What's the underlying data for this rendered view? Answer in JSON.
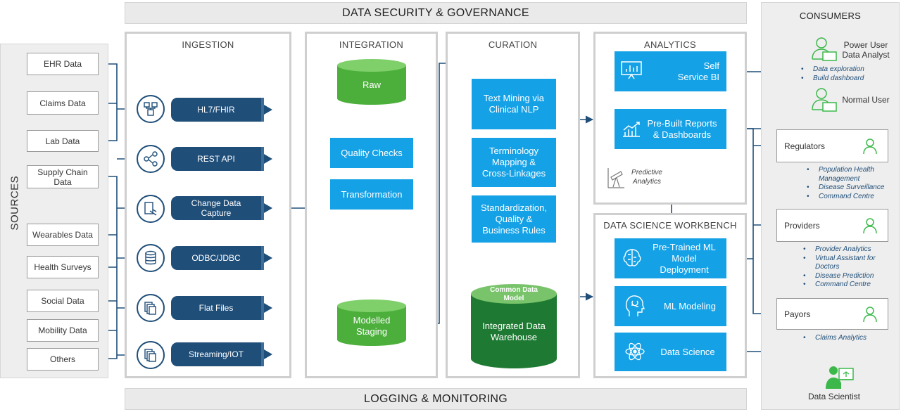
{
  "top_bar": "DATA SECURITY & GOVERNANCE",
  "bottom_bar": "LOGGING & MONITORING",
  "sources": {
    "title": "SOURCES",
    "items": [
      "EHR Data",
      "Claims Data",
      "Lab Data",
      "Supply Chain Data",
      "Wearables Data",
      "Health Surveys",
      "Social Data",
      "Mobility Data",
      "Others"
    ]
  },
  "ingestion": {
    "title": "INGESTION",
    "items": [
      "HL7/FHIR",
      "REST API",
      "Change Data Capture",
      "ODBC/JDBC",
      "Flat Files",
      "Streaming/IOT"
    ]
  },
  "integration": {
    "title": "INTEGRATION",
    "raw": "Raw",
    "quality": "Quality Checks",
    "transformation": "Transformation",
    "modelled": "Modelled Staging"
  },
  "curation": {
    "title": "CURATION",
    "items": [
      "Text Mining via Clinical NLP",
      "Terminology Mapping & Cross-Linkages",
      "Standardization, Quality & Business Rules"
    ],
    "cdm_label": "Common Data Model",
    "warehouse": "Integrated Data Warehouse"
  },
  "analytics": {
    "title": "ANALYTICS",
    "self_service": "Self Service BI",
    "reports": "Pre-Built Reports & Dashboards",
    "predictive": "Predictive Analytics"
  },
  "workbench": {
    "title": "DATA SCIENCE WORKBENCH",
    "items": [
      "Pre-Trained ML Model Deployment",
      "ML Modeling",
      "Data Science"
    ]
  },
  "consumers": {
    "title": "CONSUMERS",
    "power_user": "Power User Data Analyst",
    "power_bullets": [
      "Data exploration",
      "Build dashboard"
    ],
    "normal_user": "Normal User",
    "regulators": "Regulators",
    "regulator_bullets": [
      "Population Health Management",
      "Disease Surveillance",
      "Command Centre"
    ],
    "providers": "Providers",
    "provider_bullets": [
      "Provider Analytics",
      "Virtual Assistant for Doctors",
      "Disease Prediction",
      "Command Centre"
    ],
    "payors": "Payors",
    "payor_bullets": [
      "Claims Analytics"
    ],
    "data_scientist": "Data Scientist"
  },
  "colors": {
    "blue_box": "#15a1e6",
    "navy": "#1f4e79",
    "green": "#4caf3c",
    "dark_green": "#1e7a32",
    "consumer_green": "#3cb84a"
  }
}
